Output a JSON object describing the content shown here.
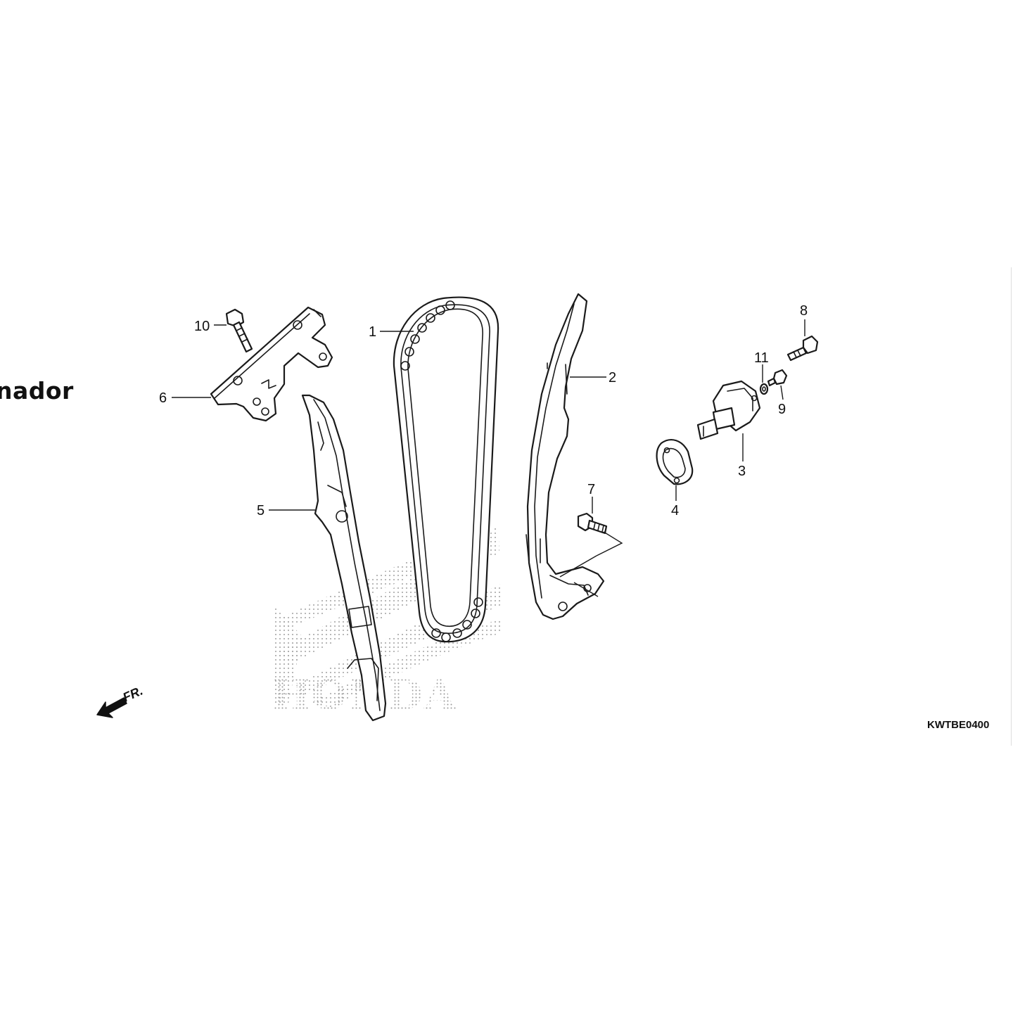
{
  "side_title": "nador",
  "diagram_code": "KWTBE0400",
  "front_indicator": "FR.",
  "watermark": "HONDA",
  "callouts": [
    {
      "id": "1",
      "label": "1",
      "part": "cam-chain"
    },
    {
      "id": "2",
      "label": "2",
      "part": "tensioner-arm"
    },
    {
      "id": "3",
      "label": "3",
      "part": "tensioner-lifter"
    },
    {
      "id": "4",
      "label": "4",
      "part": "lifter-gasket"
    },
    {
      "id": "5",
      "label": "5",
      "part": "guide"
    },
    {
      "id": "6",
      "label": "6",
      "part": "guide-bracket"
    },
    {
      "id": "7",
      "label": "7",
      "part": "bolt"
    },
    {
      "id": "8",
      "label": "8",
      "part": "bolt"
    },
    {
      "id": "9",
      "label": "9",
      "part": "screw"
    },
    {
      "id": "10",
      "label": "10",
      "part": "bolt"
    },
    {
      "id": "11",
      "label": "11",
      "part": "washer"
    }
  ]
}
